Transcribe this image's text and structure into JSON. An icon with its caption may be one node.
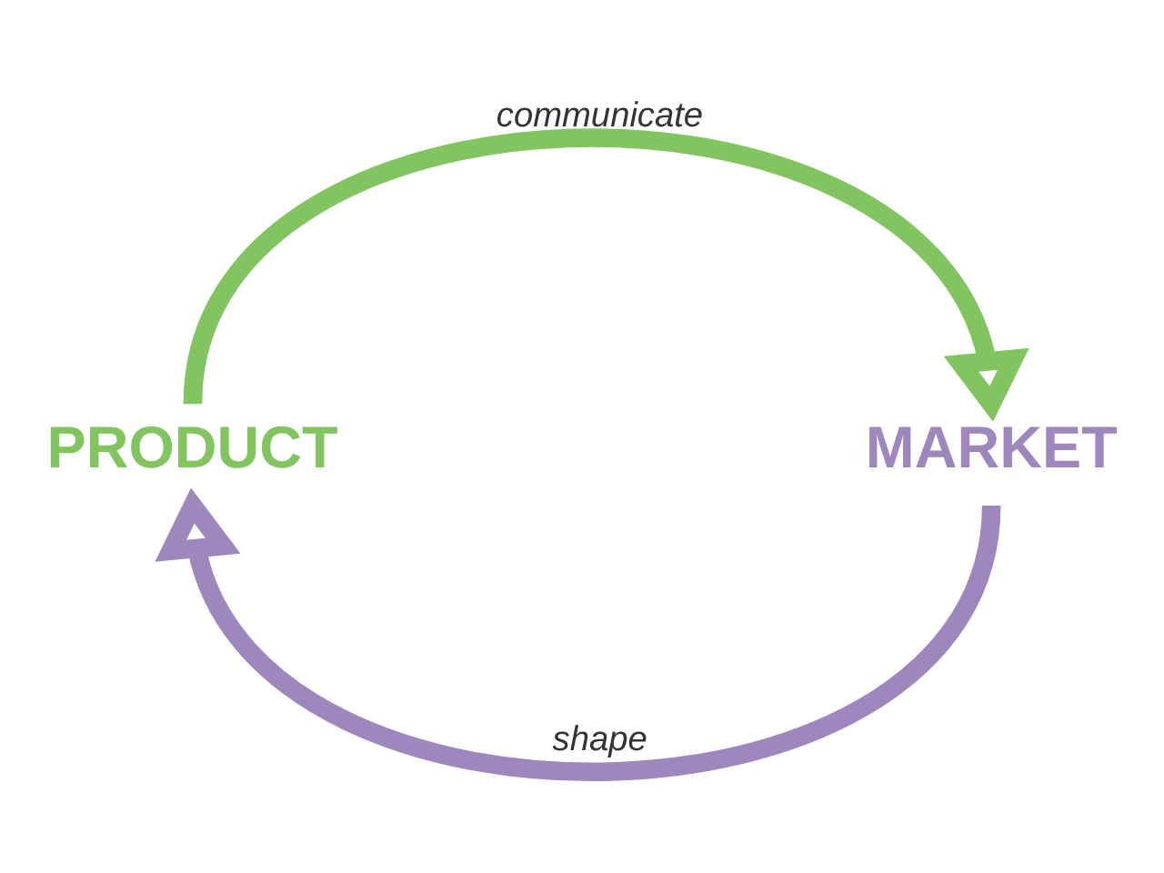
{
  "diagram": {
    "nodes": [
      {
        "text": [
          "PRODUCT"
        ]
      },
      {
        "text": [
          "MARKET"
        ]
      }
    ],
    "edges": [
      {
        "from": 0,
        "to": 1,
        "arrow": "to",
        "label": "communicate",
        "color": "#82c460"
      },
      {
        "from": 1,
        "to": 0,
        "arrow": "to",
        "label": "shape",
        "color": "#9f86bc"
      }
    ]
  }
}
